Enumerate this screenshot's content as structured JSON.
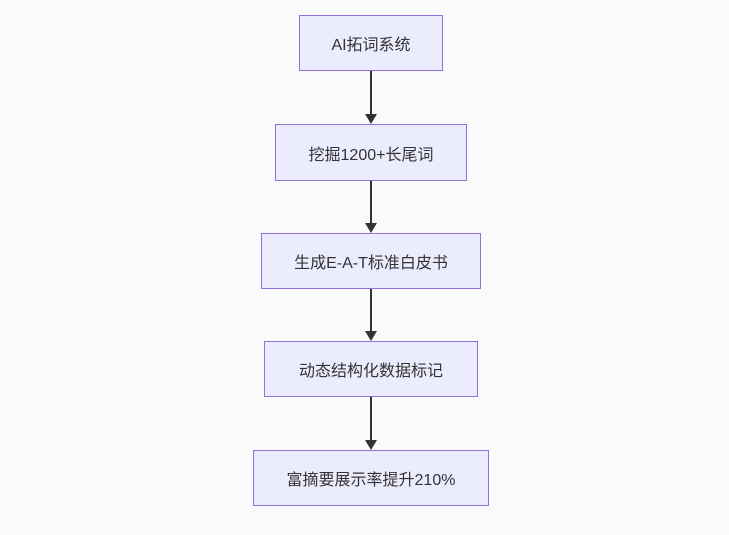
{
  "diagram": {
    "type": "flowchart",
    "direction": "top-down",
    "background_color": "#fafafa",
    "node_fill_color": "#ECECFF",
    "node_border_color": "#9370DB",
    "arrow_color": "#333333",
    "text_color": "#333333",
    "nodes": [
      {
        "id": "n1",
        "label": "AI拓词系统"
      },
      {
        "id": "n2",
        "label": "挖掘1200+长尾词"
      },
      {
        "id": "n3",
        "label": "生成E-A-T标准白皮书"
      },
      {
        "id": "n4",
        "label": "动态结构化数据标记"
      },
      {
        "id": "n5",
        "label": "富摘要展示率提升210%"
      }
    ],
    "edges": [
      {
        "from": "n1",
        "to": "n2",
        "label": ""
      },
      {
        "from": "n2",
        "to": "n3",
        "label": ""
      },
      {
        "from": "n3",
        "to": "n4",
        "label": ""
      },
      {
        "from": "n4",
        "to": "n5",
        "label": ""
      }
    ]
  }
}
